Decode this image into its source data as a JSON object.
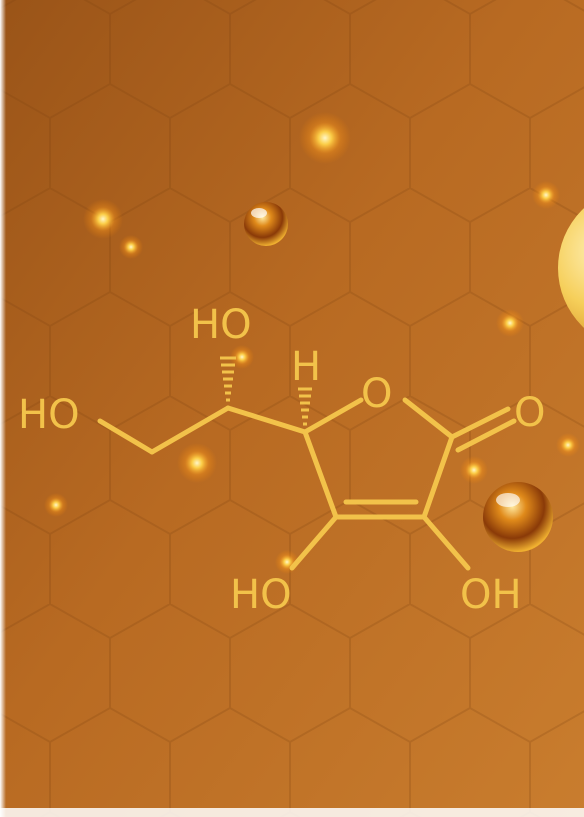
{
  "molecule": {
    "labels": {
      "ho_left": "HO",
      "ho_top": "HO",
      "h_top": "H",
      "o_ring": "O",
      "o_carbonyl": "O",
      "ho_bottom": "HO",
      "oh_bottom": "OH"
    }
  },
  "colors": {
    "bond": "#f2c24a",
    "background_light": "#c8772a",
    "background_dark": "#8a4a14"
  }
}
